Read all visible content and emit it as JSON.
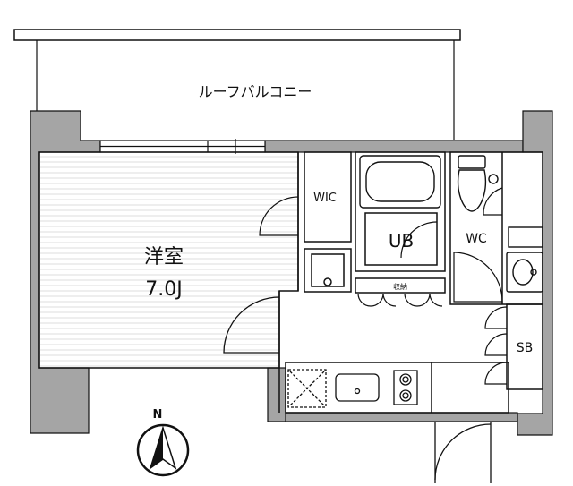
{
  "floor_plan": {
    "balcony_label": "ルーフバルコニー",
    "room": {
      "name": "洋室",
      "size": "7.0J"
    },
    "labels": {
      "wic": "WIC",
      "ub": "UB",
      "wc": "WC",
      "storage": "収納",
      "sb": "SB"
    },
    "compass_label": "N",
    "colors": {
      "wall": "#a5a5a5",
      "wall_outline": "#111111",
      "stripe": "#dcdcdc",
      "background": "#ffffff"
    }
  }
}
